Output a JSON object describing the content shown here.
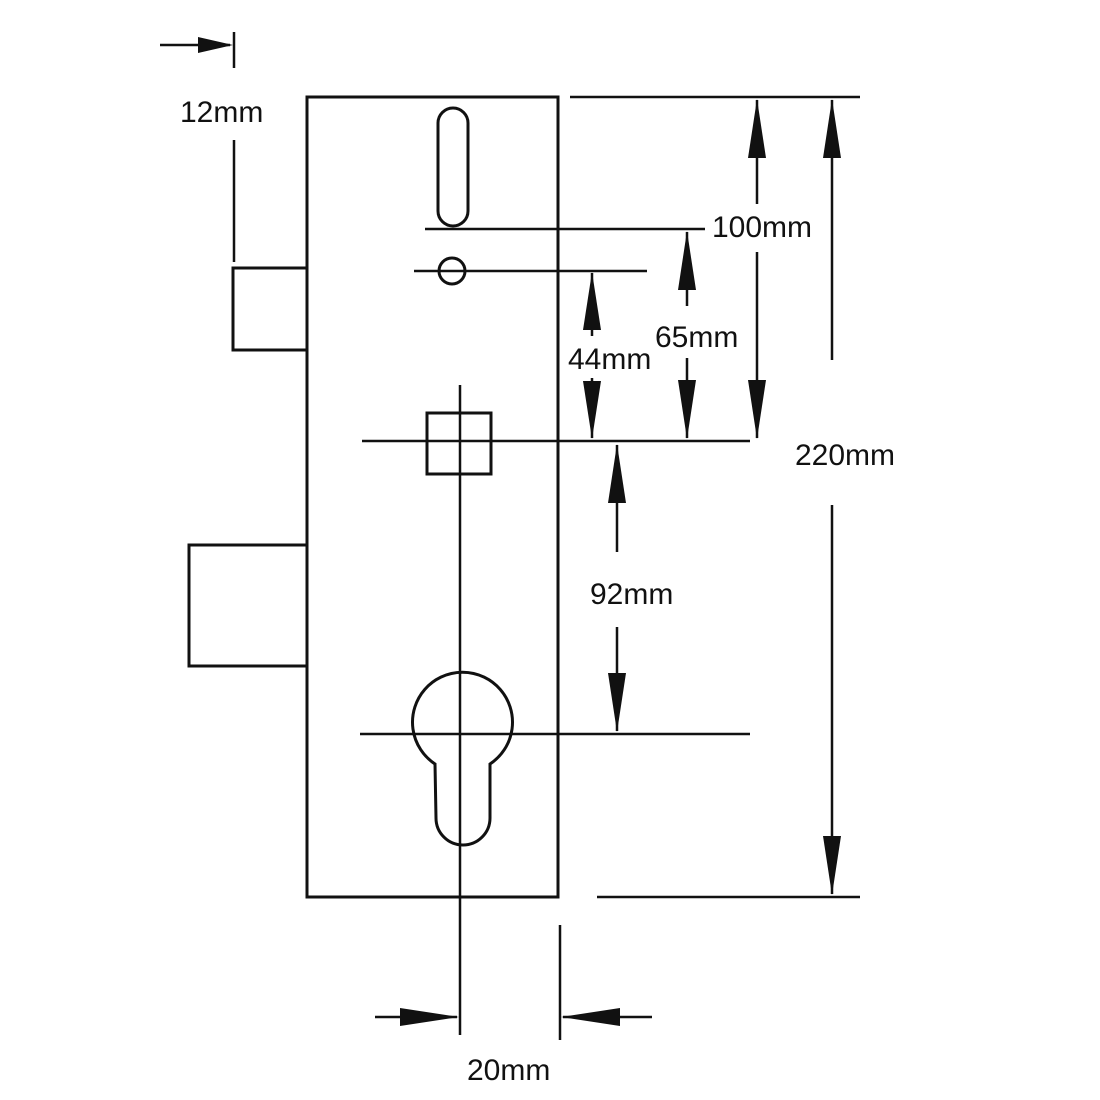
{
  "diagram": {
    "dimensions": {
      "backset_offset": "12mm",
      "handle_to_top_slot": "100mm",
      "handle_to_latch_pin": "65mm",
      "handle_to_small_hole": "44mm",
      "total_height": "220mm",
      "handle_to_cylinder": "92mm",
      "cylinder_backset": "20mm"
    },
    "colors": {
      "line": "#111111",
      "background": "#ffffff"
    }
  }
}
